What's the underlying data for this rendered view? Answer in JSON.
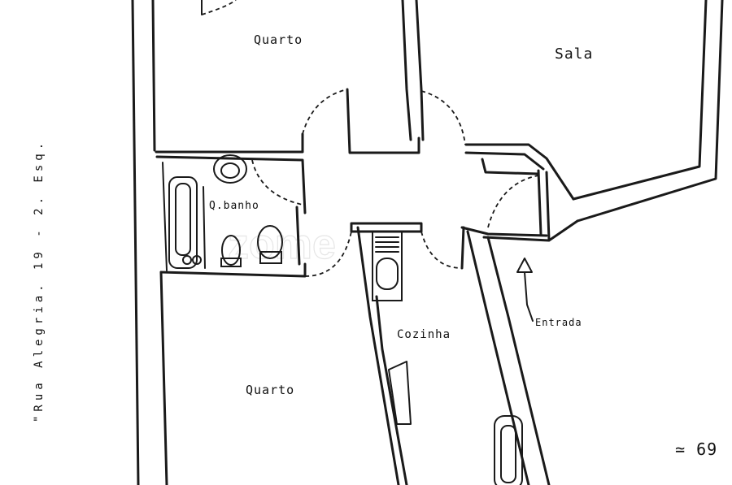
{
  "rooms": {
    "quarto_top": "Quarto",
    "sala": "Sala",
    "bathroom": "Q.banho",
    "kitchen": "Cozinha",
    "quarto_bottom": "Quarto",
    "entrance": "Entrada"
  },
  "address_note": "\"Rua Alegria. 19 - 2. Esq.",
  "area_note": "≃ 69",
  "watermark": "zome"
}
